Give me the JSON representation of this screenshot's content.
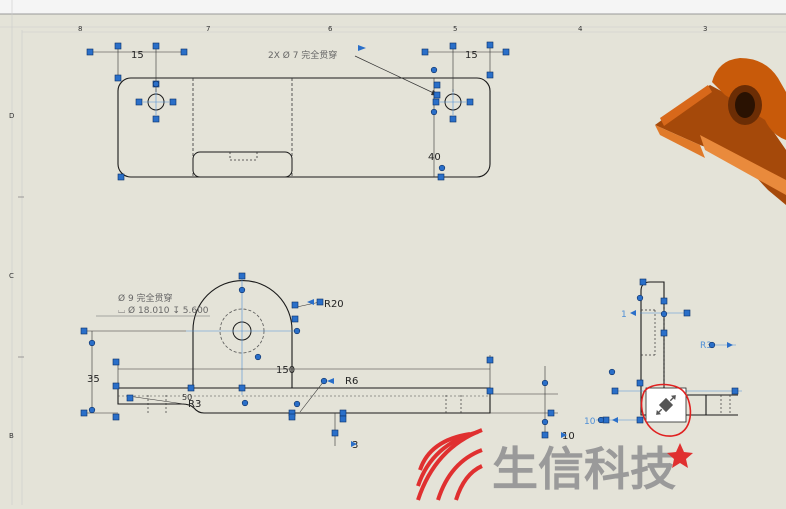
{
  "border": {
    "top_zones": [
      "8",
      "7",
      "6",
      "5",
      "4",
      "3"
    ],
    "left_zones": [
      "D",
      "C",
      "B"
    ]
  },
  "top_view": {
    "hole_note": "2X Ø 7 完全贯穿",
    "dim_left_15": "15",
    "dim_right_15": "15",
    "dim_40": "40"
  },
  "front_view": {
    "hole_note_line1": "Ø 9 完全贯穿",
    "hole_note_line2": "⌴ Ø 18.010 ↧ 5.600",
    "dim_r20": "R20",
    "dim_150": "150",
    "dim_35": "35",
    "dim_r6": "R6",
    "dim_r3": "R3",
    "dim_3": "3",
    "dim_10": "10",
    "dim_50_partial": "50"
  },
  "side_view": {
    "dim_1": "1",
    "dim_r3": "R3",
    "dim_10": "10"
  },
  "watermark": {
    "text": "生信科技"
  },
  "colors": {
    "sheet": "#e4e3d8",
    "line": "#1a1a1a",
    "handle": "#2a6fc9",
    "highlight": "#e02020",
    "model": "#c85a0a",
    "logo": "#e03030"
  }
}
